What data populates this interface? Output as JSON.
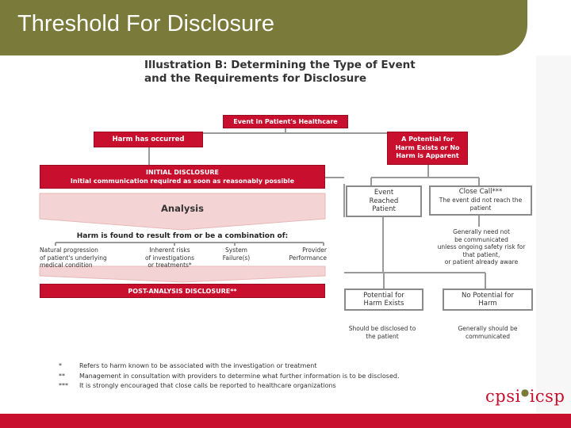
{
  "slide": {
    "title": "Threshold For Disclosure"
  },
  "illustration": {
    "title_line1": "Illustration B: Determining the Type of Event",
    "title_line2": "and the Requirements for Disclosure"
  },
  "diagram": {
    "event": "Event in Patient's Healthcare",
    "harm_occurred": "Harm has occurred",
    "potential_line1": "A Potential for",
    "potential_line2": "Harm Exists or No",
    "potential_line3": "Harm is Apparent",
    "initial_title": "INITIAL DISCLOSURE",
    "initial_sub": "Initial communication required as soon as reasonably possible",
    "analysis": "Analysis",
    "harm_found": "Harm is found to result from or be a combination of:",
    "cause1_line1": "Natural progression",
    "cause1_line2": "of patient's underlying",
    "cause1_line3": "medical condition",
    "cause2_line1": "Inherent risks",
    "cause2_line2": "of investigations",
    "cause2_line3": "or treatments*",
    "cause3_line1": "System",
    "cause3_line2": "Failure(s)",
    "cause4_line1": "Provider",
    "cause4_line2": "Performance",
    "post_analysis": "POST-ANALYSIS DISCLOSURE**",
    "reached_line1": "Event",
    "reached_line2": "Reached",
    "reached_line3": "Patient",
    "close_call": "Close Call***",
    "close_call_sub1": "The event did not reach the",
    "close_call_sub2": "patient",
    "gen_need_line1": "Generally need not",
    "gen_need_line2": "be communicated",
    "gen_need_line3": "unless ongoing safety risk for",
    "gen_need_line4": "that patient,",
    "gen_need_line5": "or patient already aware",
    "pot_exists_line1": "Potential for",
    "pot_exists_line2": "Harm Exists",
    "no_pot_line1": "No Potential for",
    "no_pot_line2": "Harm",
    "should_line1": "Should be disclosed to",
    "should_line2": "the patient",
    "generally_line1": "Generally should be",
    "generally_line2": "communicated"
  },
  "footnotes": [
    {
      "mark": "*",
      "text": "Refers to harm known to be associated with the investigation or treatment"
    },
    {
      "mark": "**",
      "text": "Management in consultation with providers to determine what further information is to be disclosed."
    },
    {
      "mark": "***",
      "text": "It is strongly encouraged that close calls be reported to healthcare organizations"
    }
  ],
  "logo": {
    "left": "cpsi",
    "right": "icsp"
  },
  "colors": {
    "title_bar": "#7a7a3a",
    "accent_red": "#c8102e",
    "analysis_band": "#f3d3d3"
  }
}
